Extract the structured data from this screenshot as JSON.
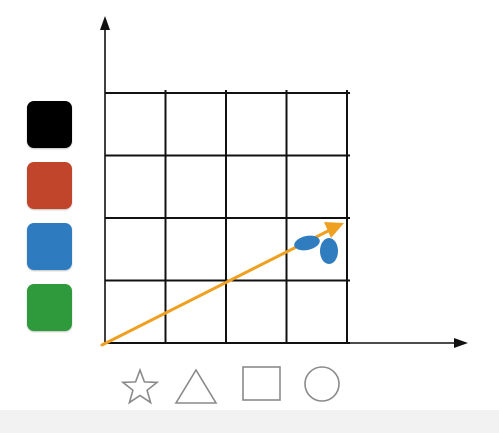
{
  "palette": {
    "swatches": [
      {
        "name": "black",
        "color": "#000000"
      },
      {
        "name": "red",
        "color": "#c0442a"
      },
      {
        "name": "blue",
        "color": "#2f7cbf"
      },
      {
        "name": "green",
        "color": "#2f9a3a"
      }
    ]
  },
  "plot": {
    "grid_rows": 4,
    "grid_cols": 4,
    "arrow_color": "#f0a020",
    "blob_color": "#2f7cbf"
  },
  "shapes": {
    "items": [
      {
        "name": "star-icon"
      },
      {
        "name": "triangle-icon"
      },
      {
        "name": "square-icon"
      },
      {
        "name": "circle-icon"
      }
    ],
    "stroke_color": "#8a8a8a"
  }
}
